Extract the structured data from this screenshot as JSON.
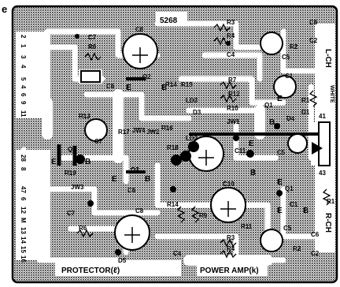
{
  "figure_letter": "e",
  "board_number": "5268",
  "bottom_labels": {
    "protector": "PROTECTOR(ℓ)",
    "power_amp": "POWER AMP(k)"
  },
  "channel_labels": {
    "left": "L-CH",
    "right": "R-CH",
    "white": "WHITE"
  },
  "pin_numbers": [
    "2",
    "1",
    "3",
    "4",
    "5",
    "4",
    "6",
    "9",
    "11",
    "28",
    "8",
    "47",
    "6",
    "12",
    "M",
    "13",
    "14",
    "15",
    "16"
  ],
  "components": {
    "capacitors": [
      "C7",
      "C8",
      "C6",
      "C6",
      "C7",
      "C8",
      "C4",
      "C1",
      "C5",
      "C2",
      "C1",
      "C10",
      "C11",
      "C5",
      "C6",
      "C2",
      "C1",
      "C5",
      "C7"
    ],
    "resistors": [
      "R3",
      "R4",
      "R2",
      "R6",
      "R6",
      "R7",
      "R12",
      "R10",
      "R14",
      "R15",
      "R16",
      "R17",
      "R18",
      "R19",
      "R9",
      "R11",
      "R1",
      "R3",
      "R4",
      "R2",
      "R1",
      "R13"
    ],
    "transistors": [
      "Q2",
      "Q3",
      "Q2",
      "Q1",
      "Q1"
    ],
    "diodes": [
      "D1",
      "D3",
      "D4",
      "D5"
    ],
    "jumpers": [
      "JW1",
      "JW2",
      "JW3",
      "JW4"
    ]
  },
  "terminal_letters": [
    "E",
    "B",
    "E",
    "B",
    "E",
    "B",
    "E",
    "B",
    "E",
    "B",
    "E",
    "E",
    "B"
  ],
  "misc_labels": [
    "LD3",
    "LD3",
    "41",
    "43"
  ]
}
